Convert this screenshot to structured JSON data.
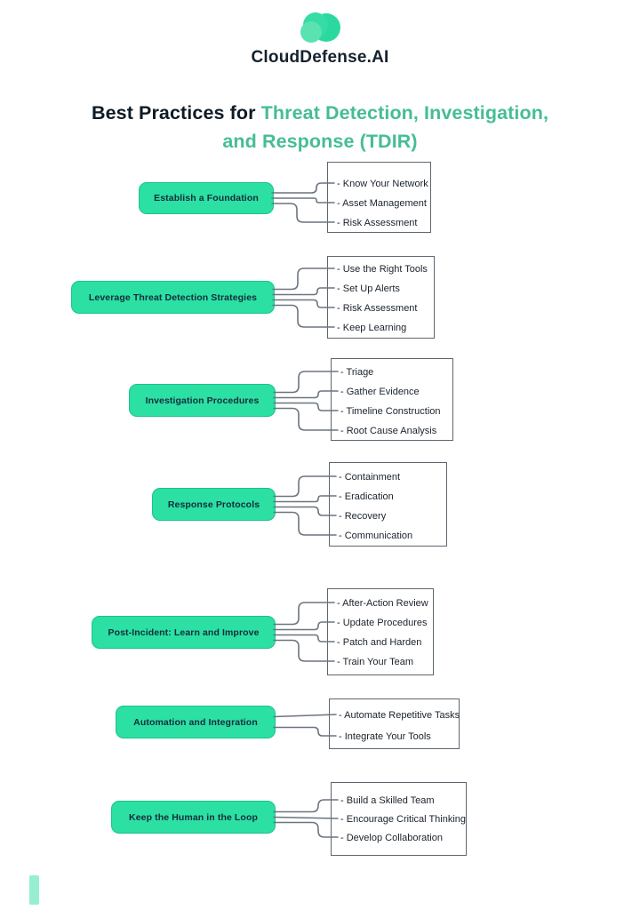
{
  "logo": {
    "brand": "CloudDefense.AI",
    "icon": "cloud-icon"
  },
  "title": {
    "prefix": "Best Practices for ",
    "highlight_line1": "Threat Detection, Investigation,",
    "highlight_line2": "and Response (TDIR)"
  },
  "bullet_prefix": "- ",
  "colors": {
    "accent_green": "#2be0a2",
    "accent_green_border": "#19c48a",
    "logo_green_light": "#5ae2b1",
    "title_green": "#45bd96",
    "text_dark": "#0e1b26",
    "box_text_dark": "#142c3c",
    "item_text": "#1a222c",
    "connector_gray": "#6b7480",
    "box_border_gray": "#5d666f"
  },
  "sections": [
    {
      "label": "Establish a Foundation",
      "items": [
        "Know Your Network",
        "Asset Management",
        "Risk Assessment"
      ]
    },
    {
      "label": "Leverage Threat Detection Strategies",
      "items": [
        "Use the Right Tools",
        "Set Up Alerts",
        "Risk Assessment",
        "Keep Learning"
      ]
    },
    {
      "label": "Investigation Procedures",
      "items": [
        "Triage",
        "Gather Evidence",
        "Timeline Construction",
        "Root Cause Analysis"
      ]
    },
    {
      "label": "Response Protocols",
      "items": [
        "Containment",
        "Eradication",
        "Recovery",
        "Communication"
      ]
    },
    {
      "label": "Post-Incident: Learn and Improve",
      "items": [
        "After-Action Review",
        "Update Procedures",
        "Patch and Harden",
        "Train Your Team"
      ]
    },
    {
      "label": "Automation and Integration",
      "items": [
        "Automate Repetitive Tasks",
        "Integrate Your Tools"
      ]
    },
    {
      "label": "Keep the Human in the Loop",
      "items": [
        "Build a Skilled Team",
        "Encourage Critical Thinking",
        "Develop Collaboration"
      ]
    }
  ]
}
